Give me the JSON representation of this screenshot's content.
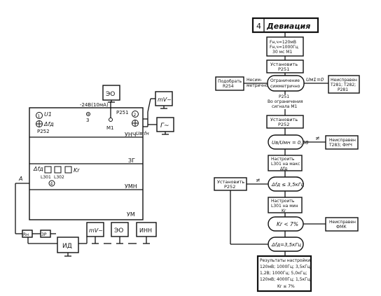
{
  "left": {
    "eo_top": "ЭО",
    "voltage_label": "-24В(10мА)",
    "mv_top": "mV~",
    "gen": "Г~",
    "uv_label": "Uв;fн",
    "tp3": "3",
    "m1": "М1",
    "u1": "U1",
    "dfd": "Δfд",
    "r252": "Р252",
    "r251": "Р251",
    "circ1": "1",
    "circ2": "2",
    "circ4": "4",
    "l301": "L301",
    "l302": "L302",
    "dfa": "Δfд",
    "kr": "Kr",
    "marker_a": "А",
    "block_uhch": "УНЧ",
    "block_zg": "ЗГ",
    "block_umn": "УМН",
    "block_um": "УМ",
    "load_rn": "Rн",
    "load_zr": "ЗР",
    "id": "ИД",
    "mv_bottom": "mV~",
    "eo_bottom": "ЭО",
    "inn": "ИНН"
  },
  "flow": {
    "title_num": "4",
    "title": "Девиация",
    "params": [
      "Fн,ч=120мВ",
      "Fн,ч=1000Гц",
      "30 мс М1"
    ],
    "set_r251": [
      "Установить",
      "Р251"
    ],
    "choose_r254": [
      "Подобрать",
      "R254"
    ],
    "nonsym": [
      "Несим-",
      "метрично"
    ],
    "limit": [
      "Ограничение",
      "симметрично"
    ],
    "u_m1": "Uм1=0",
    "fault1": [
      "Неисправен",
      "Т281; Т282;",
      "Р281"
    ],
    "p251_note": [
      "Р251",
      "Вo ограничения",
      "сигнала М1"
    ],
    "set_r252": [
      "Установить",
      "Р252"
    ],
    "ratio": "Uв/Uмн = 0,58",
    "not_eq": "≠",
    "fault2": [
      "Неисправен",
      "Т283; ФНЧ"
    ],
    "tune_l301": [
      "Настроить",
      "L301 на макс",
      "Δfд"
    ],
    "set_p252": [
      "Установить",
      "Р252"
    ],
    "mark_x": "≠",
    "df35": "Δfд ≤ 3,5кГц",
    "tune_l301_min": [
      "Настроить",
      "L301 на мин",
      "Kr"
    ],
    "kr7": "Kr < 7%",
    "fault3": [
      "Неисправен",
      "ФМК"
    ],
    "df35b": "Δfд=3,5кГц",
    "results": [
      "Результаты настройки",
      "120мВ; 1000Гц; 3,5кГц;",
      "1,2В; 1000Гц; 5,0кГц;",
      "120мВ; 4000Гц; 1,5кГц;",
      "Kr ≤ 7%"
    ]
  }
}
